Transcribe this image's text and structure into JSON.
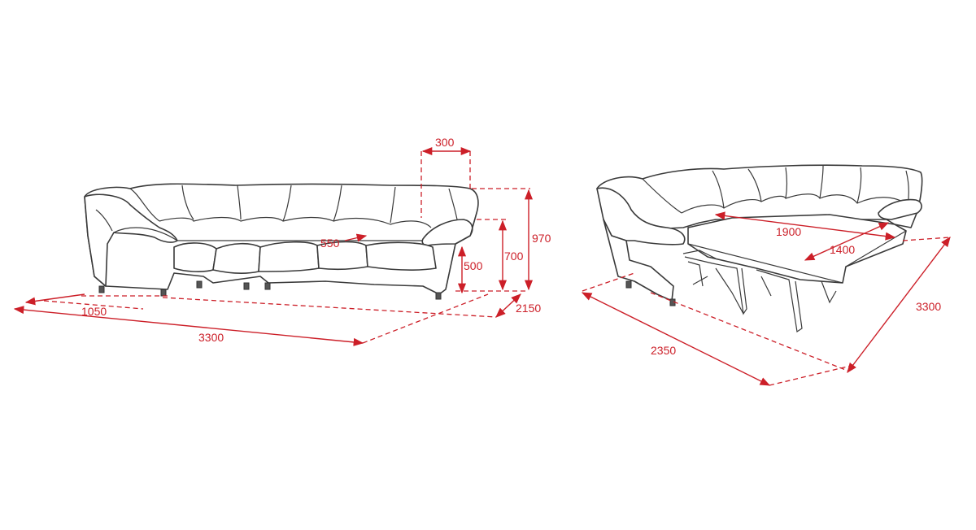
{
  "colors": {
    "line": "#3a3a3a",
    "dimension": "#cc1f28",
    "background": "#ffffff"
  },
  "sofa_front": {
    "dimensions": {
      "top_depth": "300",
      "height_total": "970",
      "height_back": "700",
      "seat_height": "500",
      "seat_depth": "550",
      "corner_depth": "1050",
      "width_total": "3300",
      "side_length": "2150"
    }
  },
  "sofa_bed": {
    "dimensions": {
      "bed_length": "1900",
      "bed_width": "1400",
      "depth_open": "2350",
      "width_total": "3300"
    }
  }
}
